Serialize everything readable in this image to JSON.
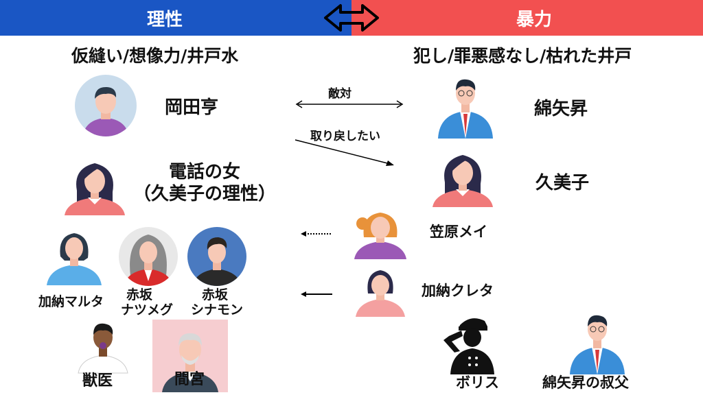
{
  "header": {
    "left_title": "理性",
    "right_title": "暴力"
  },
  "left": {
    "heading": "仮縫い/想像力/井戸水",
    "okada": "岡田亨",
    "phone_woman_line1": "電話の女",
    "phone_woman_line2": "（久美子の理性）",
    "malta": "加納マルタ",
    "nutmeg_line1": "赤坂",
    "nutmeg_line2": "ナツメグ",
    "cinnamon_line1": "赤坂",
    "cinnamon_line2": "シナモン",
    "vet": "獣医",
    "mamiya": "間宮"
  },
  "right": {
    "heading": "犯し/罪悪感なし/枯れた井戸",
    "wataya": "綿矢昇",
    "kumiko": "久美子",
    "may": "笠原メイ",
    "creta": "加納クレタ",
    "boris": "ボリス",
    "uncle": "綿矢昇の叔父"
  },
  "relations": {
    "hostile": "敵対",
    "want_back": "取り戻したい"
  },
  "colors": {
    "blue_band": "#1a56c4",
    "red_band": "#f25050",
    "skin": "#f7c9b6",
    "hair_dark": "#2b3a4a",
    "purple": "#9b59b6",
    "light_blue": "#5aaee8",
    "pink_red": "#f07a7a"
  }
}
